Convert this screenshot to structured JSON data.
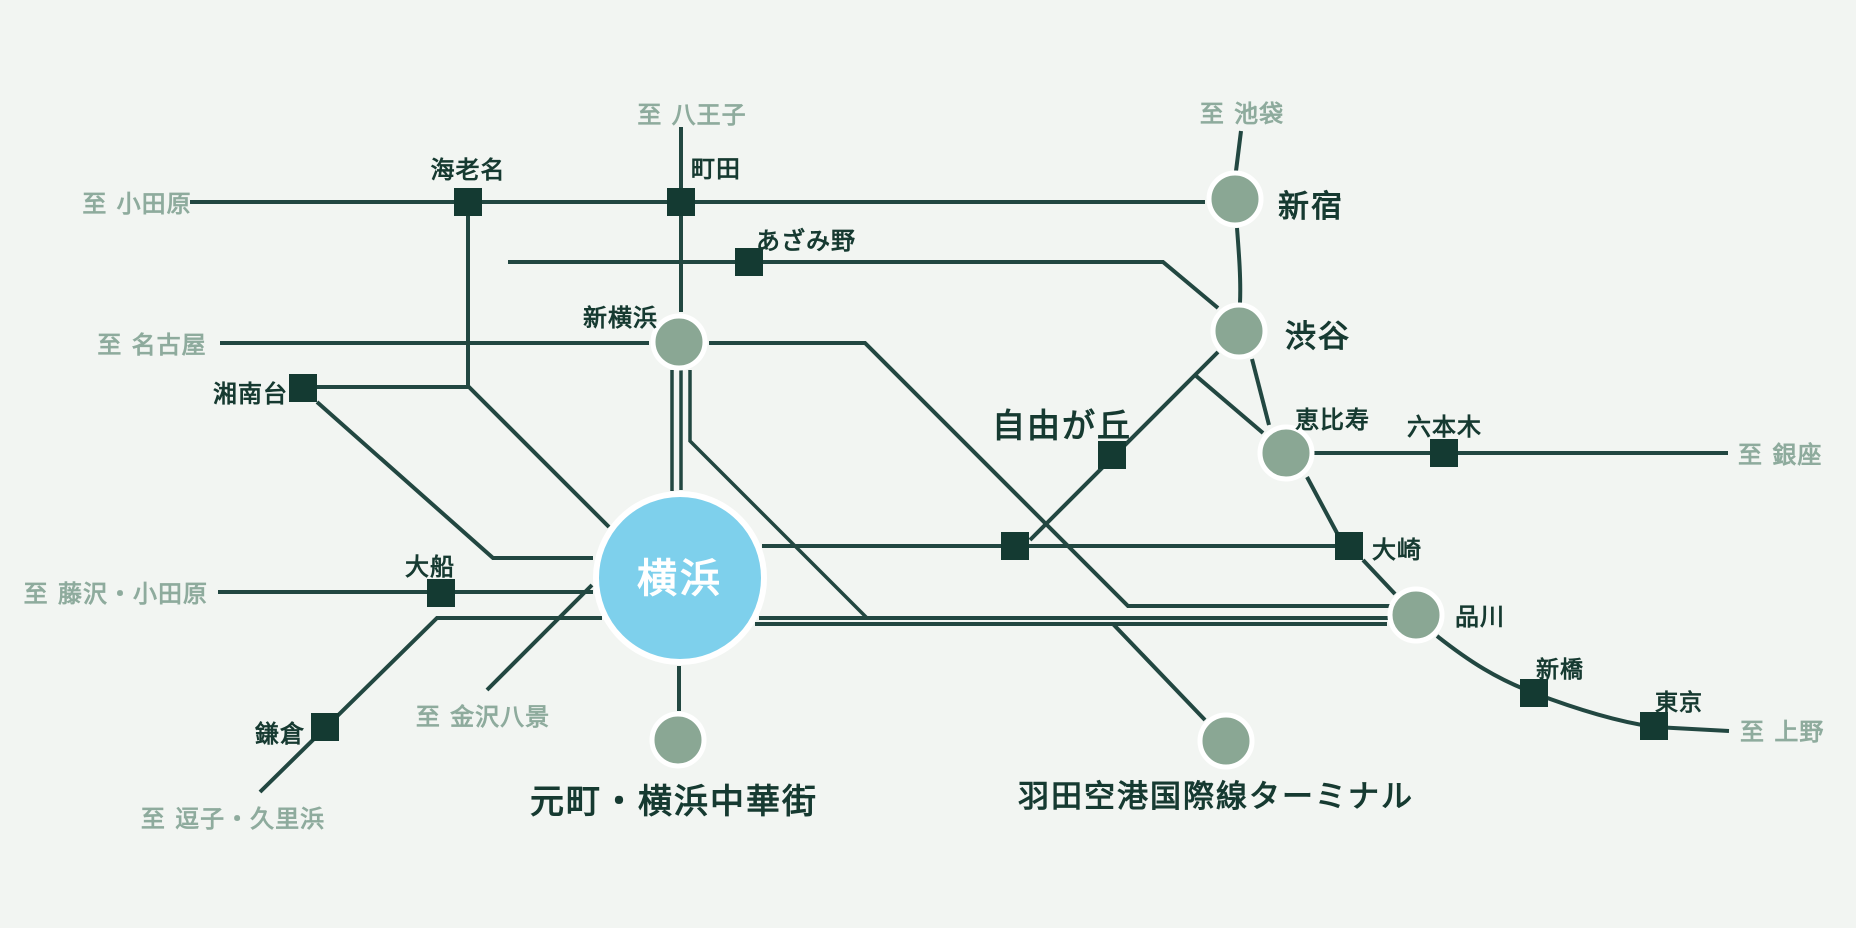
{
  "colors": {
    "background": "#f2f5f2",
    "rail_line": "#224741",
    "station_square": "#143a32",
    "station_circle": "#8aa794",
    "hub_circle": "#7ed0ec",
    "dark_label": "#163a31",
    "terminal_label": "#8eab9d",
    "hub_label": "#ffffff"
  },
  "stations": {
    "yokohama": {
      "label": "横浜"
    },
    "shin_yokohama": {
      "label": "新横浜"
    },
    "motomachi": {
      "label": "元町・横浜中華街"
    },
    "haneda": {
      "label": "羽田空港国際線ターミナル"
    },
    "shinjuku": {
      "label": "新宿"
    },
    "shibuya": {
      "label": "渋谷"
    },
    "ebisu": {
      "label": "恵比寿"
    },
    "shinagawa": {
      "label": "品川"
    },
    "ebina": {
      "label": "海老名"
    },
    "machida": {
      "label": "町田"
    },
    "azamino": {
      "label": "あざみ野"
    },
    "shonandai": {
      "label": "湘南台"
    },
    "jiyugaoka": {
      "label": "自由が丘"
    },
    "roppongi": {
      "label": "六本木"
    },
    "osaki": {
      "label": "大崎"
    },
    "ofuna": {
      "label": "大船"
    },
    "kamakura": {
      "label": "鎌倉"
    },
    "shimbashi": {
      "label": "新橋"
    },
    "tokyo": {
      "label": "東京"
    }
  },
  "terminals": {
    "hachioji": {
      "label": "至 八王子"
    },
    "ikebukuro": {
      "label": "至 池袋"
    },
    "odawara": {
      "label": "至 小田原"
    },
    "nagoya": {
      "label": "至 名古屋"
    },
    "fujisawa_odawara": {
      "label": "至 藤沢・小田原"
    },
    "zushi_kurihama": {
      "label": "至 逗子・久里浜"
    },
    "kanazawa_hakkei": {
      "label": "至 金沢八景"
    },
    "ginza": {
      "label": "至 銀座"
    },
    "ueno": {
      "label": "至 上野"
    }
  }
}
